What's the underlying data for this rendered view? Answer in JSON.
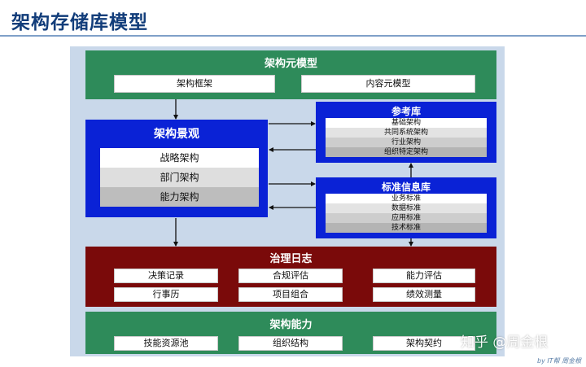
{
  "title": "架构存储库模型",
  "meta_model": {
    "header": "架构元模型",
    "items": [
      "架构框架",
      "内容元模型"
    ]
  },
  "landscape": {
    "header": "架构景观",
    "items": [
      "战略架构",
      "部门架构",
      "能力架构"
    ]
  },
  "reference": {
    "header": "参考库",
    "items": [
      "基础架构",
      "共同系统架构",
      "行业架构",
      "组织特定架构"
    ]
  },
  "standards": {
    "header": "标准信息库",
    "items": [
      "业务标准",
      "数据标准",
      "应用标准",
      "技术标准"
    ]
  },
  "governance": {
    "header": "治理日志",
    "items": [
      "决策记录",
      "合规评估",
      "能力评估",
      "行事历",
      "项目组合",
      "绩效测量"
    ]
  },
  "capability": {
    "header": "架构能力",
    "items": [
      "技能资源池",
      "组织结构",
      "架构契约"
    ]
  },
  "watermark": {
    "main": "知乎 @周金根",
    "sub": "by IT帮 周金根"
  },
  "colors": {
    "title": "#123d7a",
    "green": "#2e8b5a",
    "dark_red": "#7a0a0a",
    "blue": "#0a22d6",
    "background": "#c9d8ea"
  }
}
